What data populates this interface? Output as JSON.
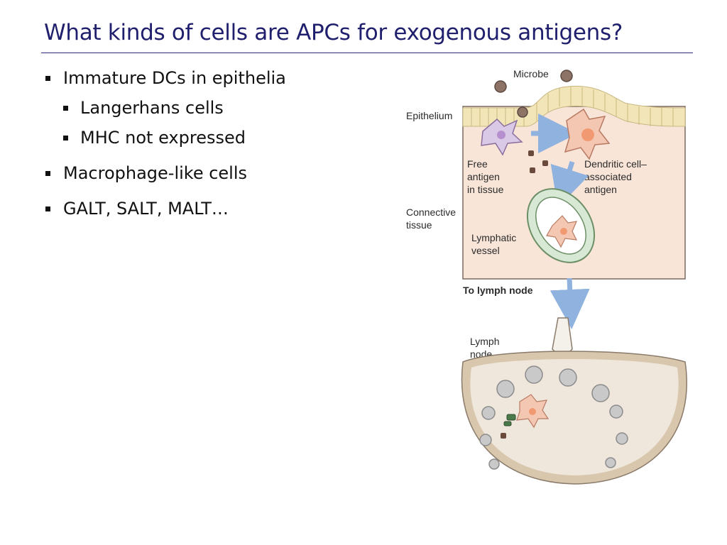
{
  "slide": {
    "title": "What kinds of cells are APCs for exogenous antigens?",
    "bullets": [
      {
        "text": "Immature DCs in epithelia",
        "sub": [
          "Langerhans cells",
          "MHC not expressed"
        ]
      },
      {
        "text": "Macrophage-like cells"
      },
      {
        "text": "GALT, SALT, MALT…"
      }
    ]
  },
  "figure": {
    "labels": {
      "microbe": "Microbe",
      "epithelium": "Epithelium",
      "free_antigen": [
        "Free",
        "antigen",
        "in tissue"
      ],
      "dc_antigen": [
        "Dendritic cell–",
        "associated",
        "antigen"
      ],
      "connective": [
        "Connective",
        "tissue"
      ],
      "lymphatic": [
        "Lymphatic",
        "vessel"
      ],
      "to_lymph": "To lymph node",
      "lymph_node": [
        "Lymph",
        "node"
      ]
    },
    "colors": {
      "tissue": "#f9e5d8",
      "epithelium": "#f2e6b8",
      "arrow": "#8fb2df",
      "node": "#d9c7ad",
      "node_inner": "#efe7dc",
      "dc_body": "#f4c7b2",
      "title": "#1f1f6e"
    }
  }
}
